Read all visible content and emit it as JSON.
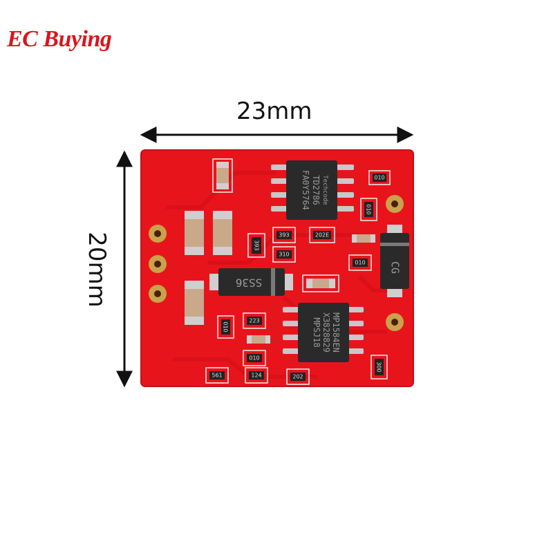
{
  "brand": {
    "name": "EC Buying",
    "color": "#d8161d"
  },
  "dimensions": {
    "width_label": "23mm",
    "height_label": "20mm"
  },
  "board": {
    "color": "#e8141c",
    "silkscreen": "#f4f4f4"
  },
  "chips": {
    "u1": {
      "line1": "Techcode",
      "line2": "TD2786",
      "line3": "FA0Y5764"
    },
    "u2": {
      "line1": "MP1584EN",
      "line2": "X3828829",
      "line3": "MPSJ18"
    },
    "diode_ss36": "SS36",
    "diode_cg": "CG"
  },
  "resistors": {
    "r_top_right": "010",
    "r_right_vertical": "010",
    "r_393": "393",
    "r_393b": "393",
    "r_202e": "202E",
    "r_310": "310",
    "r_010_mid": "010",
    "r_010_left": "010",
    "r_223": "223",
    "r_010_low": "010",
    "r_561": "561",
    "r_124": "124",
    "r_202": "202",
    "r_300": "300"
  }
}
